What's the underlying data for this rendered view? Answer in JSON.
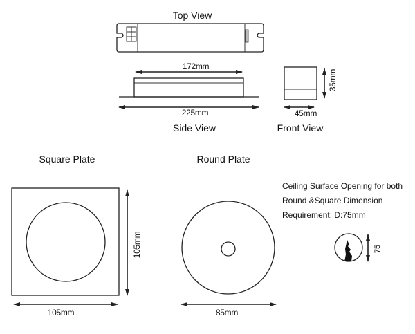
{
  "top_view": {
    "title": "Top View"
  },
  "side_view": {
    "title": "Side View",
    "inner_length": "172mm",
    "overall_length": "225mm"
  },
  "front_view": {
    "title": "Front View",
    "width": "45mm",
    "height": "35mm"
  },
  "square_plate": {
    "title": "Square Plate",
    "width": "105mm",
    "height": "105mm"
  },
  "round_plate": {
    "title": "Round Plate",
    "diameter": "85mm"
  },
  "ceiling_note": {
    "lines": [
      "Ceiling Surface Opening for both",
      "Round &Square Dimension",
      "Requirement: D:75mm"
    ],
    "cutout_dimension": "75"
  },
  "colors": {
    "line": "#222222",
    "background": "#ffffff"
  }
}
